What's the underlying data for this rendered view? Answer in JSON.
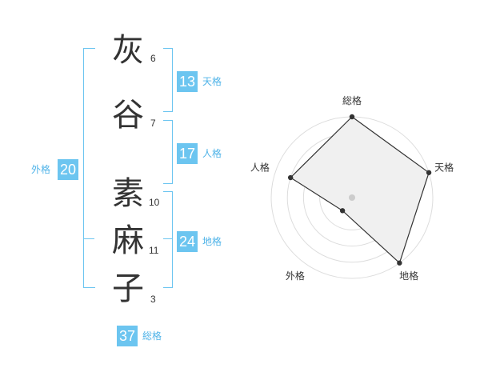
{
  "name_chars": [
    {
      "char": "灰",
      "strokes": "6"
    },
    {
      "char": "谷",
      "strokes": "7"
    },
    {
      "char": "素",
      "strokes": "10"
    },
    {
      "char": "麻",
      "strokes": "11"
    },
    {
      "char": "子",
      "strokes": "3"
    }
  ],
  "fortunes": {
    "tenkaku": {
      "value": "13",
      "label": "天格"
    },
    "jinkaku": {
      "value": "17",
      "label": "人格"
    },
    "chikaku": {
      "value": "24",
      "label": "地格"
    },
    "gaikaku": {
      "value": "20",
      "label": "外格"
    },
    "soukaku": {
      "value": "37",
      "label": "総格"
    }
  },
  "colors": {
    "accent": "#6cc5f0",
    "text": "#333333"
  },
  "chart_data": {
    "type": "radar",
    "axes": [
      "総格",
      "天格",
      "地格",
      "外格",
      "人格"
    ],
    "values": [
      5,
      5,
      5,
      1,
      4
    ],
    "max": 5,
    "rings": 5
  }
}
